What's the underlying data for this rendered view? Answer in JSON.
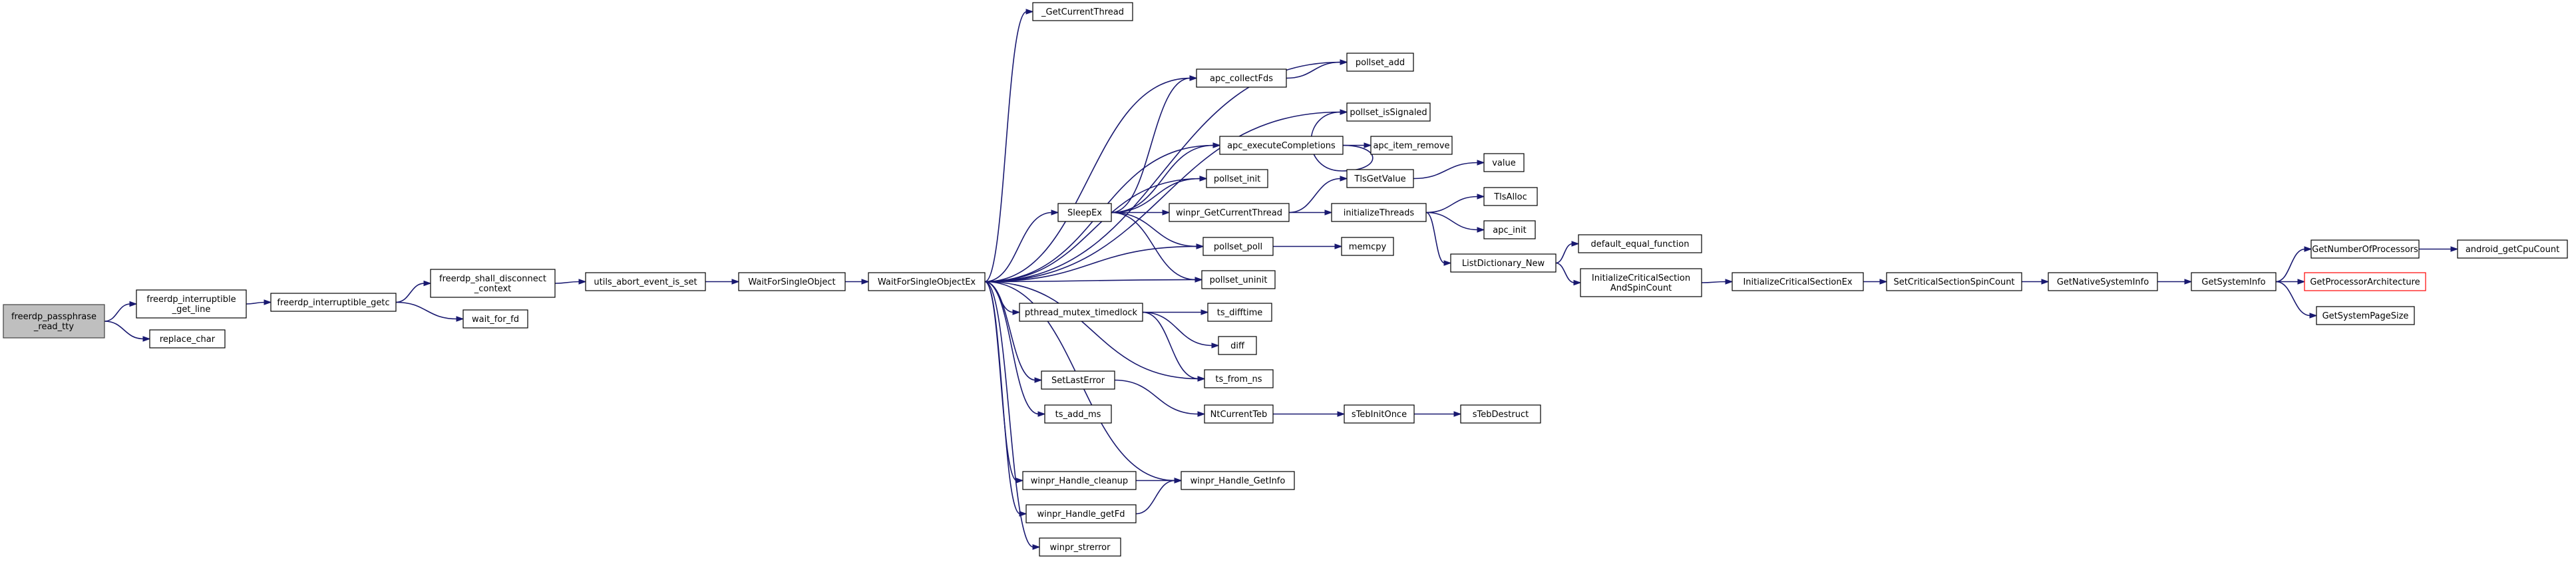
{
  "nodes": {
    "root": [
      "freerdp_passphrase",
      "_read_tty"
    ],
    "get_line": [
      "freerdp_interruptible",
      "_get_line"
    ],
    "replace_char": [
      "replace_char"
    ],
    "getc": [
      "freerdp_interruptible_getc"
    ],
    "shall_disconnect": [
      "freerdp_shall_disconnect",
      "_context"
    ],
    "wait_for_fd": [
      "wait_for_fd"
    ],
    "abort_event": [
      "utils_abort_event_is_set"
    ],
    "wfso": [
      "WaitForSingleObject"
    ],
    "wfsoex": [
      "WaitForSingleObjectEx"
    ],
    "getcurrentthread": [
      "_GetCurrentThread"
    ],
    "apc_collect": [
      "apc_collectFds"
    ],
    "pollset_add": [
      "pollset_add"
    ],
    "pollset_signaled": [
      "pollset_isSignaled"
    ],
    "apc_exec": [
      "apc_executeCompletions"
    ],
    "apc_item_remove": [
      "apc_item_remove"
    ],
    "pollset_init": [
      "pollset_init"
    ],
    "sleepex": [
      "SleepEx"
    ],
    "winpr_gct": [
      "winpr_GetCurrentThread"
    ],
    "tlsgetvalue": [
      "TlsGetValue"
    ],
    "value": [
      "value"
    ],
    "initthreads": [
      "initializeThreads"
    ],
    "tlsalloc": [
      "TlsAlloc"
    ],
    "apc_init": [
      "apc_init"
    ],
    "pollset_poll": [
      "pollset_poll"
    ],
    "memcpy": [
      "memcpy"
    ],
    "pollset_uninit": [
      "pollset_uninit"
    ],
    "listdict": [
      "ListDictionary_New"
    ],
    "default_equal": [
      "default_equal_function"
    ],
    "initcs": [
      "InitializeCriticalSection",
      "AndSpinCount"
    ],
    "initcsex": [
      "InitializeCriticalSectionEx"
    ],
    "setcsspin": [
      "SetCriticalSectionSpinCount"
    ],
    "getnativesys": [
      "GetNativeSystemInfo"
    ],
    "getsysinfo": [
      "GetSystemInfo"
    ],
    "getnumproc": [
      "GetNumberOfProcessors"
    ],
    "android_cpu": [
      "android_getCpuCount"
    ],
    "getprocarch": [
      "GetProcessorArchitecture"
    ],
    "getpagesize": [
      "GetSystemPageSize"
    ],
    "pthread_mutex": [
      "pthread_mutex_timedlock"
    ],
    "ts_difftime": [
      "ts_difftime"
    ],
    "diff": [
      "diff"
    ],
    "ts_from_ns": [
      "ts_from_ns"
    ],
    "setlasterror": [
      "SetLastError"
    ],
    "ntcurrentteb": [
      "NtCurrentTeb"
    ],
    "steb_init": [
      "sTebInitOnce"
    ],
    "steb_destruct": [
      "sTebDestruct"
    ],
    "ts_add_ms": [
      "ts_add_ms"
    ],
    "handle_cleanup": [
      "winpr_Handle_cleanup"
    ],
    "handle_getinfo": [
      "winpr_Handle_GetInfo"
    ],
    "handle_getfd": [
      "winpr_Handle_getFd"
    ],
    "strerror": [
      "winpr_strerror"
    ]
  },
  "edges": [
    [
      "root",
      "get_line"
    ],
    [
      "root",
      "replace_char"
    ],
    [
      "get_line",
      "getc"
    ],
    [
      "getc",
      "shall_disconnect"
    ],
    [
      "getc",
      "wait_for_fd"
    ],
    [
      "shall_disconnect",
      "abort_event"
    ],
    [
      "abort_event",
      "wfso"
    ],
    [
      "wfso",
      "wfsoex"
    ],
    [
      "wfsoex",
      "getcurrentthread"
    ],
    [
      "wfsoex",
      "pollset_add"
    ],
    [
      "wfsoex",
      "apc_collect"
    ],
    [
      "wfsoex",
      "pollset_signaled"
    ],
    [
      "wfsoex",
      "apc_exec"
    ],
    [
      "wfsoex",
      "pollset_init"
    ],
    [
      "wfsoex",
      "sleepex"
    ],
    [
      "wfsoex",
      "pollset_poll"
    ],
    [
      "wfsoex",
      "pollset_uninit"
    ],
    [
      "wfsoex",
      "pthread_mutex"
    ],
    [
      "wfsoex",
      "ts_from_ns"
    ],
    [
      "wfsoex",
      "setlasterror"
    ],
    [
      "wfsoex",
      "ts_add_ms"
    ],
    [
      "wfsoex",
      "handle_getinfo"
    ],
    [
      "wfsoex",
      "handle_cleanup"
    ],
    [
      "wfsoex",
      "handle_getfd"
    ],
    [
      "wfsoex",
      "strerror"
    ],
    [
      "apc_collect",
      "pollset_add"
    ],
    [
      "apc_exec",
      "pollset_signaled"
    ],
    [
      "apc_exec",
      "apc_item_remove"
    ],
    [
      "sleepex",
      "apc_collect"
    ],
    [
      "sleepex",
      "apc_exec"
    ],
    [
      "sleepex",
      "pollset_init"
    ],
    [
      "sleepex",
      "winpr_gct"
    ],
    [
      "sleepex",
      "pollset_poll"
    ],
    [
      "sleepex",
      "pollset_uninit"
    ],
    [
      "winpr_gct",
      "tlsgetvalue"
    ],
    [
      "winpr_gct",
      "initthreads"
    ],
    [
      "tlsgetvalue",
      "value"
    ],
    [
      "initthreads",
      "tlsalloc"
    ],
    [
      "initthreads",
      "apc_init"
    ],
    [
      "initthreads",
      "listdict"
    ],
    [
      "listdict",
      "default_equal"
    ],
    [
      "listdict",
      "initcs"
    ],
    [
      "initcs",
      "initcsex"
    ],
    [
      "initcsex",
      "setcsspin"
    ],
    [
      "setcsspin",
      "getnativesys"
    ],
    [
      "getnativesys",
      "getsysinfo"
    ],
    [
      "getsysinfo",
      "getnumproc"
    ],
    [
      "getsysinfo",
      "getprocarch"
    ],
    [
      "getsysinfo",
      "getpagesize"
    ],
    [
      "getnumproc",
      "android_cpu"
    ],
    [
      "pollset_poll",
      "memcpy"
    ],
    [
      "pthread_mutex",
      "ts_difftime"
    ],
    [
      "pthread_mutex",
      "diff"
    ],
    [
      "pthread_mutex",
      "ts_from_ns"
    ],
    [
      "setlasterror",
      "ntcurrentteb"
    ],
    [
      "ntcurrentteb",
      "steb_init"
    ],
    [
      "steb_init",
      "steb_destruct"
    ],
    [
      "handle_cleanup",
      "handle_getinfo"
    ],
    [
      "handle_getfd",
      "handle_getinfo"
    ]
  ],
  "colors": {
    "edge": "#191970",
    "root_fill": "#bfbfbf",
    "highlight_border": "#ff0000"
  }
}
